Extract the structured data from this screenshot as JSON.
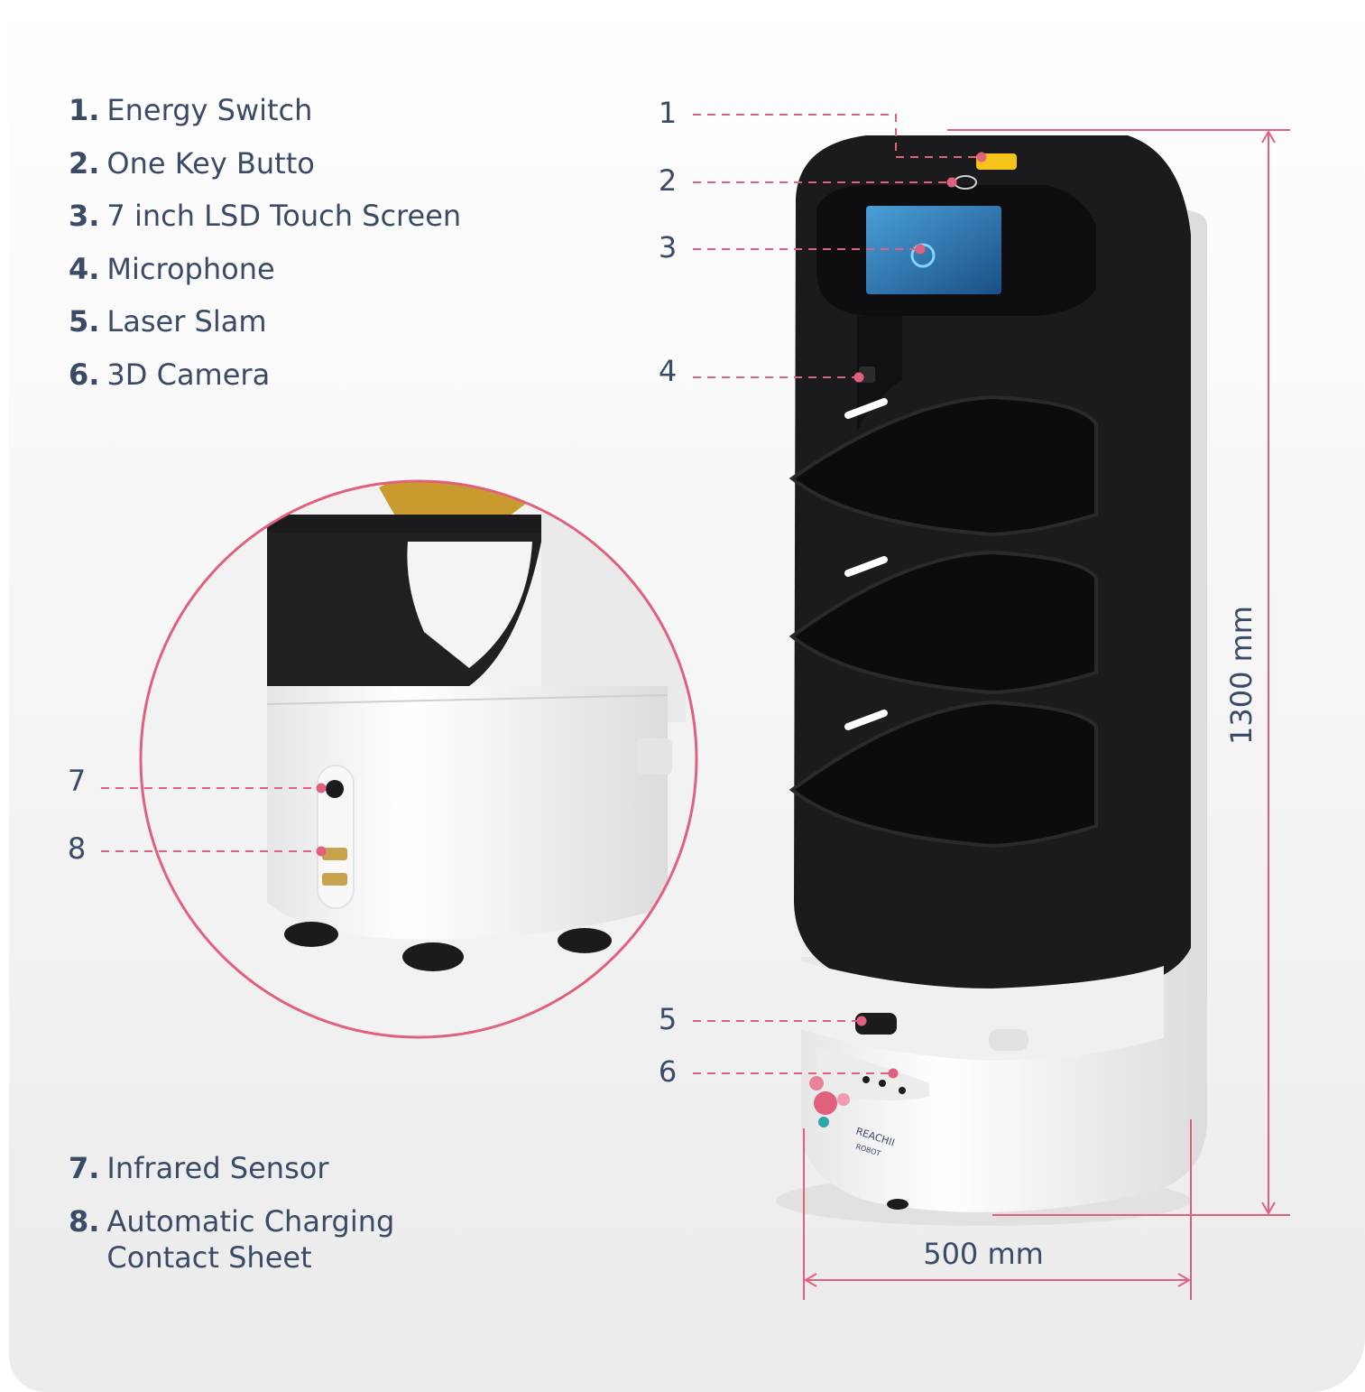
{
  "legend_top": [
    {
      "num": "1.",
      "label": "Energy Switch"
    },
    {
      "num": "2.",
      "label": "One Key Butto"
    },
    {
      "num": "3.",
      "label": "7 inch LSD Touch Screen"
    },
    {
      "num": "4.",
      "label": "Microphone"
    },
    {
      "num": "5.",
      "label": "Laser Slam"
    },
    {
      "num": "6.",
      "label": "3D Camera"
    }
  ],
  "legend_bottom": [
    {
      "num": "7.",
      "label": "Infrared Sensor"
    },
    {
      "num": "8.",
      "label": "Automatic Charging",
      "label2": "Contact Sheet"
    }
  ],
  "callouts": [
    "1",
    "2",
    "3",
    "4",
    "5",
    "6",
    "7",
    "8"
  ],
  "dimensions": {
    "height": "1300 mm",
    "width": "500 mm"
  },
  "brand": {
    "logo_line1": "REACHII",
    "logo_line2": "ROBOT"
  },
  "colors": {
    "accent": "#e0607e",
    "text": "#3b4a66",
    "body_black": "#1b1b1d",
    "body_white": "#f6f6f6"
  }
}
